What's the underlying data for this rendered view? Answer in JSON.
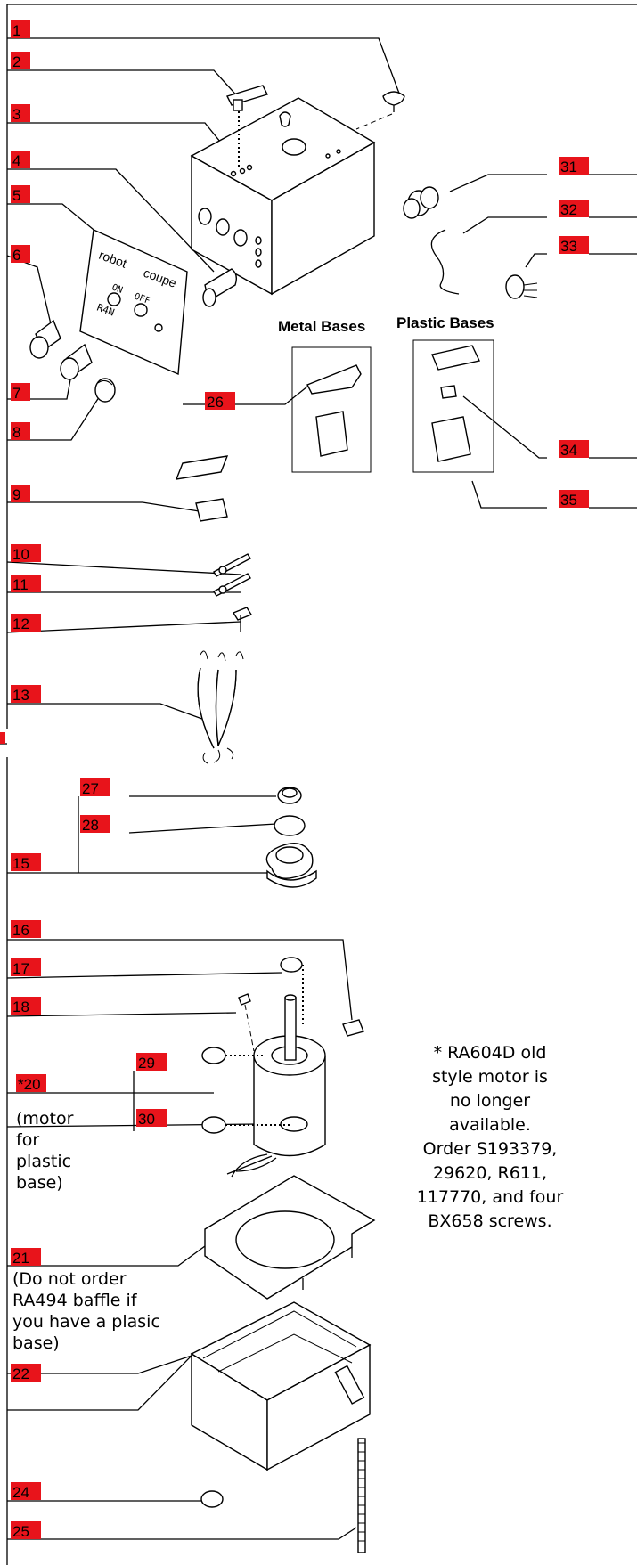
{
  "labels": {
    "p1": "1",
    "p2": "2",
    "p3": "3",
    "p4": "4",
    "p5": "5",
    "p6": "6",
    "p7": "7",
    "p8": "8",
    "p9": "9",
    "p10": "10",
    "p11": "11",
    "p12": "12",
    "p13": "13",
    "p15": "15",
    "p16": "16",
    "p17": "17",
    "p18": "18",
    "p20": "*20",
    "p21": "21",
    "p22": "22",
    "p24": "24",
    "p25": "25",
    "p26": "26",
    "p27": "27",
    "p28": "28",
    "p29": "29",
    "p30": "30",
    "p31": "31",
    "p32": "32",
    "p33": "33",
    "p34": "34",
    "p35": "35"
  },
  "captions": {
    "metal_bases": "Metal Bases",
    "plastic_bases": "Plastic Bases"
  },
  "faceplate": {
    "brand_left": "robot",
    "brand_right": "coupe",
    "on": "ON",
    "off": "OFF",
    "model": "R4N"
  },
  "notes": {
    "motor_note": [
      "(motor",
      "for",
      "plastic",
      "base)"
    ],
    "baffle_note": [
      "(Do not order",
      "RA494 baffle if",
      "you have a plasic",
      "base)"
    ],
    "old_motor": [
      "* RA604D old",
      "style motor is",
      "no longer",
      "available.",
      "Order S193379,",
      "29620, R611,",
      "117770, and four",
      "BX658 screws."
    ]
  },
  "colors": {
    "tag_fill": "#e8141b",
    "line": "#000000",
    "background": "#ffffff"
  }
}
